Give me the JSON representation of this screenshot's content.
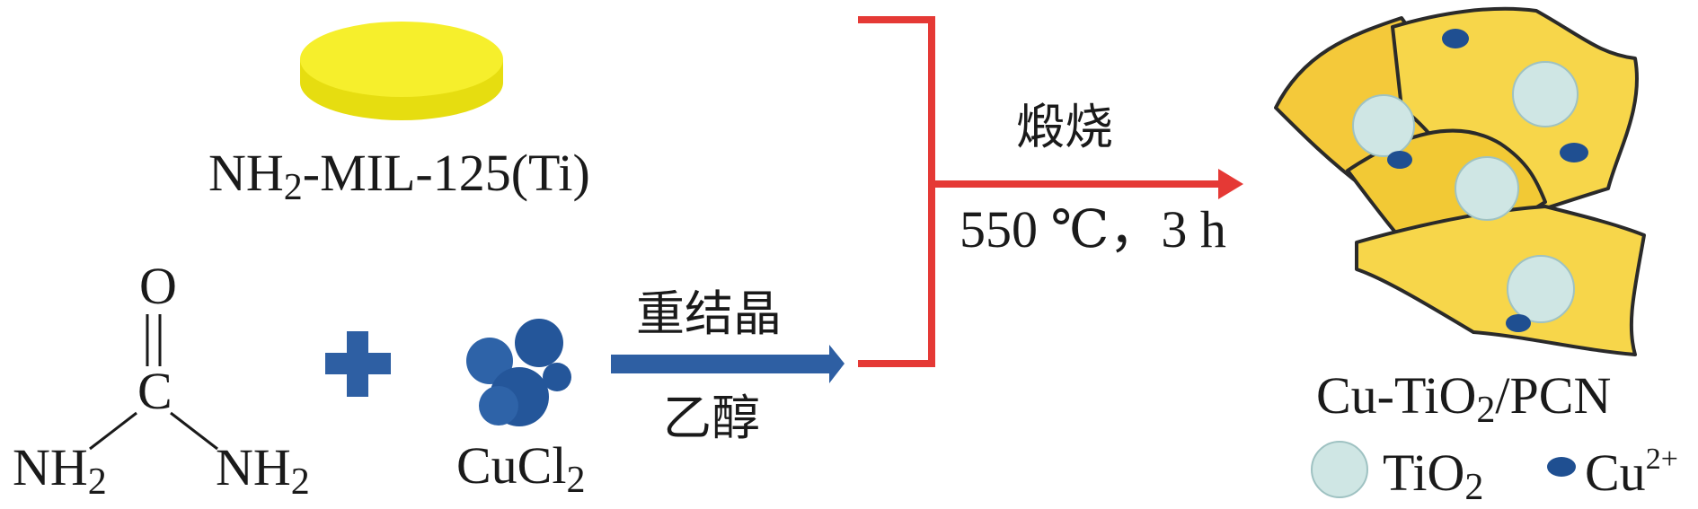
{
  "mof_label": "NH",
  "mof_sub": "2",
  "mof_rest": "-MIL-125(Ti)",
  "urea": {
    "o": "O",
    "c": "C",
    "nh_left": "NH",
    "nh_left_sub": "2",
    "nh_right": "NH",
    "nh_right_sub": "2"
  },
  "plus_symbol": "plus",
  "cucl2": {
    "main": "CuCl",
    "sub": "2"
  },
  "step1": {
    "top": "重结晶",
    "bottom": "乙醇"
  },
  "step2": {
    "top": "煅烧",
    "bottom": "550 ℃，3 h"
  },
  "product": {
    "main": "Cu-TiO",
    "sub": "2",
    "rest": "/PCN"
  },
  "legend": {
    "tio2_main": "TiO",
    "tio2_sub": "2",
    "cu_main": "Cu",
    "cu_sup": "2+"
  },
  "colors": {
    "yellow_disk": "#f2ea1b",
    "blue_arrow": "#2e5fa3",
    "red_arrow": "#e53935",
    "sheet_yellow": "#f7d64a",
    "tio2": "#cfe6e4",
    "cu": "#1f4f91"
  }
}
